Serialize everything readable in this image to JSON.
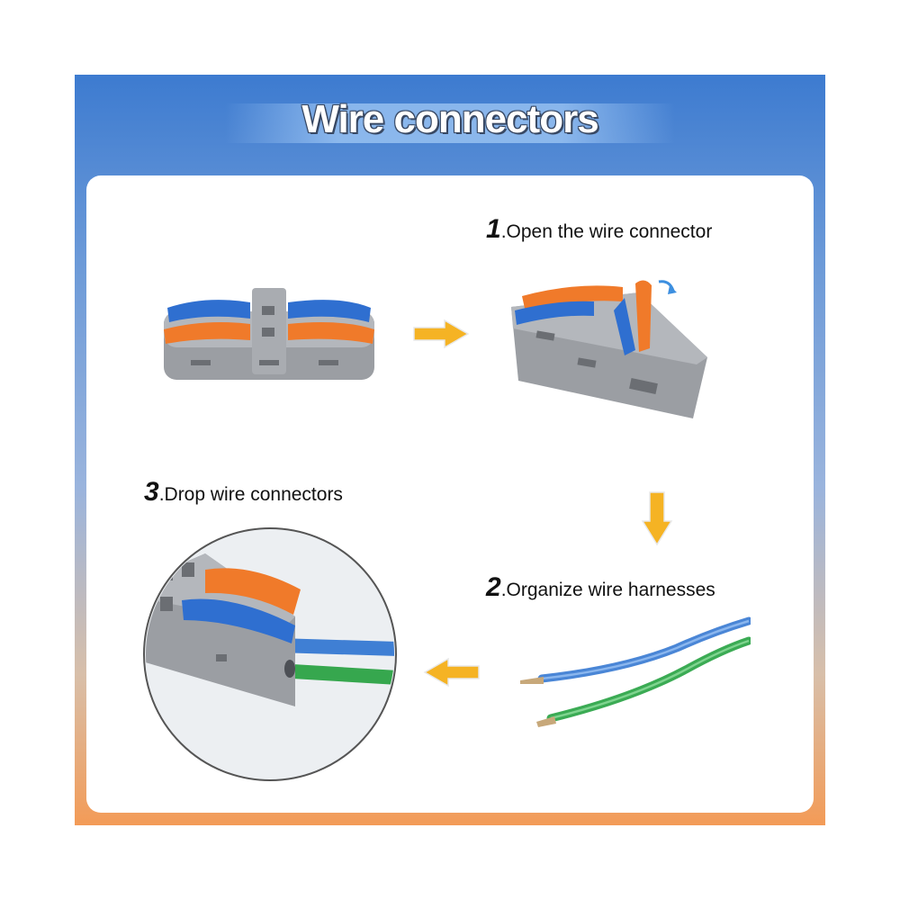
{
  "title": "Wire connectors",
  "steps": [
    {
      "num": "1",
      "label": ".Open the wire connector"
    },
    {
      "num": "2",
      "label": ".Organize wire harnesses"
    },
    {
      "num": "3",
      "label": ".Drop wire connectors"
    }
  ],
  "colors": {
    "connector_gray": "#9b9ea3",
    "lever_blue": "#2f6fd0",
    "lever_orange": "#f07a2a",
    "wire_blue": "#4a86d6",
    "wire_green": "#3bab54",
    "arrow_yellow": "#f5b324"
  },
  "icons": [
    "arrow-right-icon",
    "arrow-down-icon",
    "arrow-left-icon",
    "rotate-arrow-icon"
  ]
}
